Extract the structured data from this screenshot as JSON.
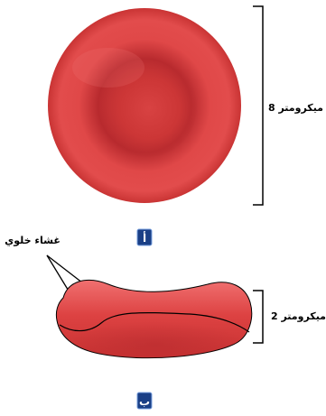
{
  "labels": {
    "top_size": "8 ميكرومتر",
    "bottom_size": "2 ميكرومتر",
    "membrane": "غشاء خلوي",
    "figure_a": "أ",
    "figure_b": "ب"
  },
  "colors": {
    "cell_outer": "#e23a3a",
    "cell_rim": "#c22a2a",
    "cell_center": "#c53232",
    "cell_highlight": "#ef6b6b",
    "badge_bg": "#1a3f86",
    "badge_border": "#7aa2e0",
    "line": "#000000"
  }
}
